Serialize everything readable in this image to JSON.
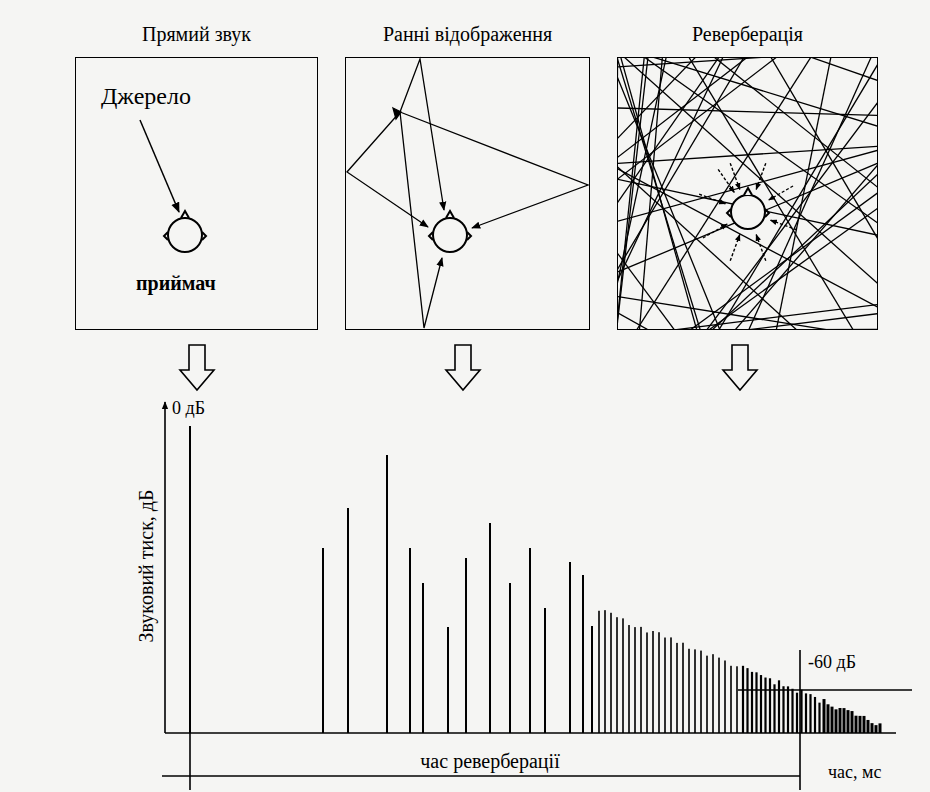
{
  "diagram": {
    "nodes": [
      {
        "text": [
          "Прямий звук",
          "Джерело",
          "приймач"
        ]
      },
      {
        "text": [
          "Ранні відображення"
        ]
      },
      {
        "text": [
          "Реверберація"
        ]
      }
    ],
    "labels": [
      "0 дБ",
      "Звуковий тиск, дБ",
      "-60 дБ",
      "час реверберації",
      "час, мс"
    ]
  }
}
